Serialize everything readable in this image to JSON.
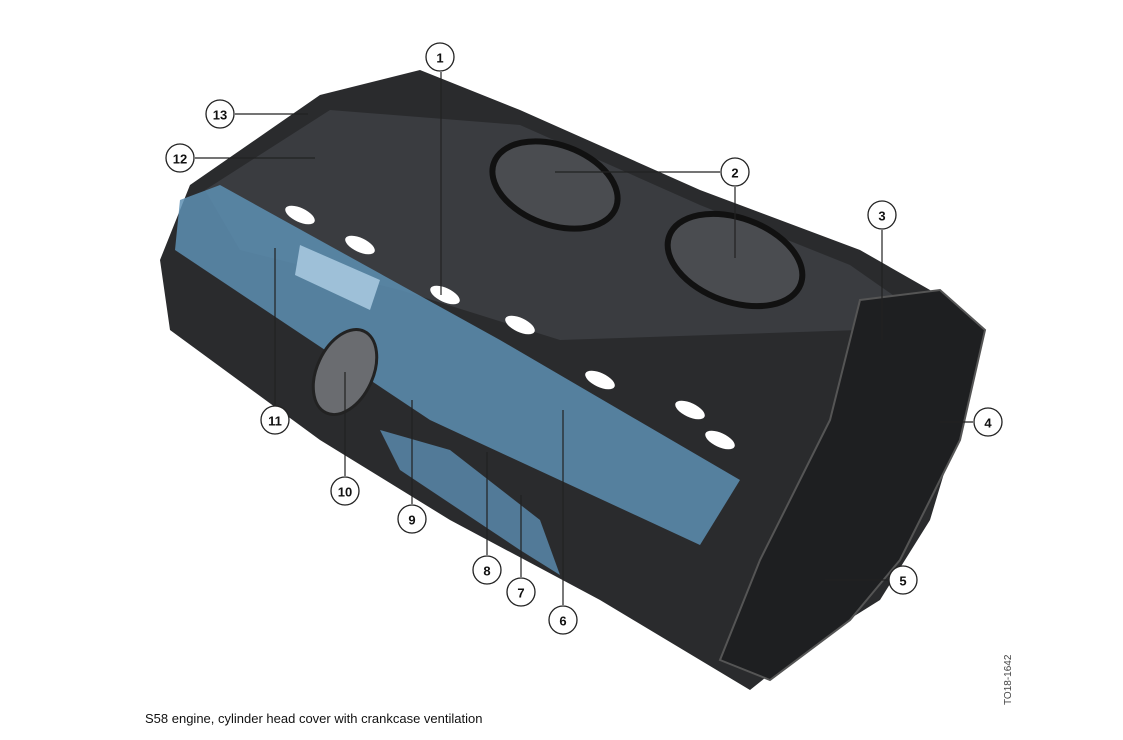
{
  "caption": "S58 engine, cylinder head cover with crankcase ventilation",
  "figure_code": "TO18-1642",
  "callouts": [
    "1",
    "2",
    "3",
    "4",
    "5",
    "6",
    "7",
    "8",
    "9",
    "10",
    "11",
    "12",
    "13"
  ],
  "colors": {
    "body": "#2a2b2d",
    "body_light": "#4a4c50",
    "blue_channel": "#5d8fb3",
    "gasket": "#1a1a1a"
  }
}
